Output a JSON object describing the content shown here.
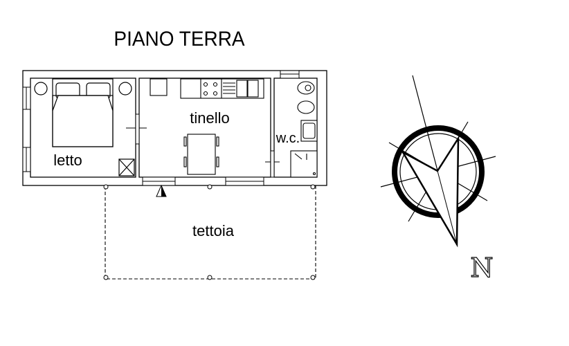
{
  "title": "PIANO TERRA",
  "rooms": {
    "bedroom": "letto",
    "dining": "tinello",
    "bathroom": "w.c.",
    "canopy": "tettoia"
  },
  "compass": {
    "north_label": "N"
  },
  "colors": {
    "line": "#000000",
    "background": "#ffffff"
  }
}
